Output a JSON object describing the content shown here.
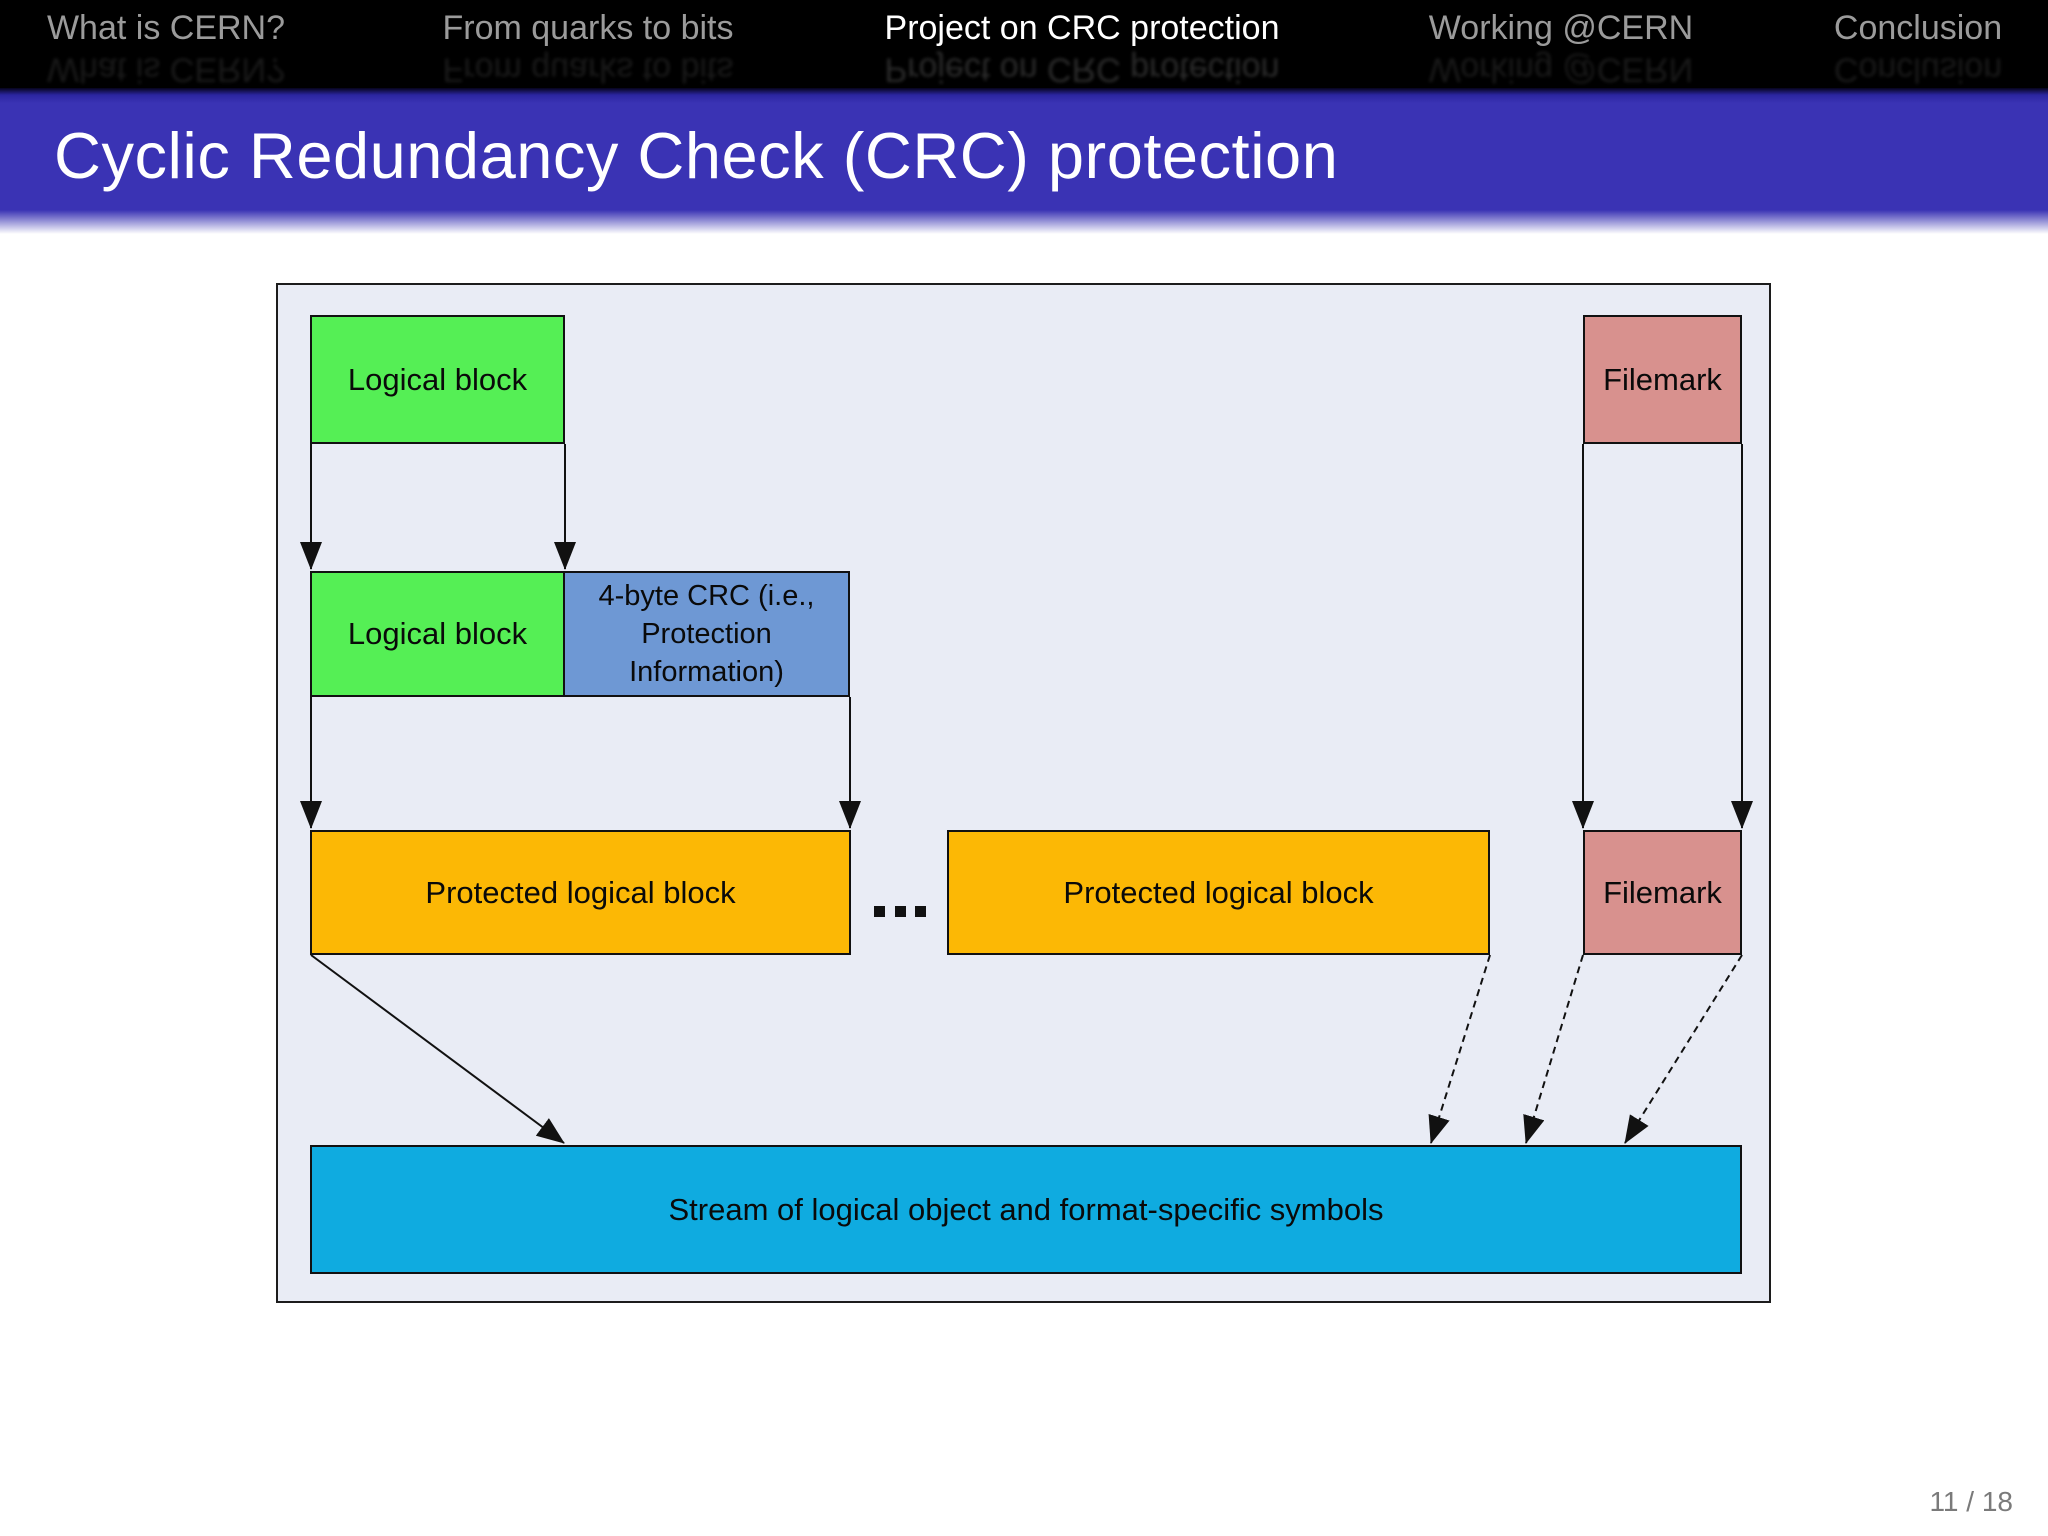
{
  "nav": {
    "items": [
      {
        "label": "What is CERN?",
        "active": false
      },
      {
        "label": "From quarks to bits",
        "active": false
      },
      {
        "label": "Project on CRC protection",
        "active": true
      },
      {
        "label": "Working @CERN",
        "active": false
      },
      {
        "label": "Conclusion",
        "active": false
      }
    ]
  },
  "title": "Cyclic Redundancy Check (CRC) protection",
  "page_indicator": "11 / 18",
  "diagram": {
    "logical_block_source": "Logical block",
    "filemark_source": "Filemark",
    "logical_block_copy": "Logical block",
    "crc_block": "4-byte CRC (i.e., Protection Information)",
    "protected_block_1": "Protected logical block",
    "ellipsis": "...",
    "protected_block_2": "Protected logical block",
    "filemark_row": "Filemark",
    "stream": "Stream of logical object and format-specific symbols",
    "colors": {
      "logical_block": "#55ef55",
      "crc_block": "#6e98d4",
      "protected_block": "#fcb805",
      "filemark": "#d8918e",
      "stream": "#0fabe0",
      "diagram_background": "#e9ecf5",
      "title_bar": "#3a33b4",
      "arrow": "#111111"
    }
  }
}
